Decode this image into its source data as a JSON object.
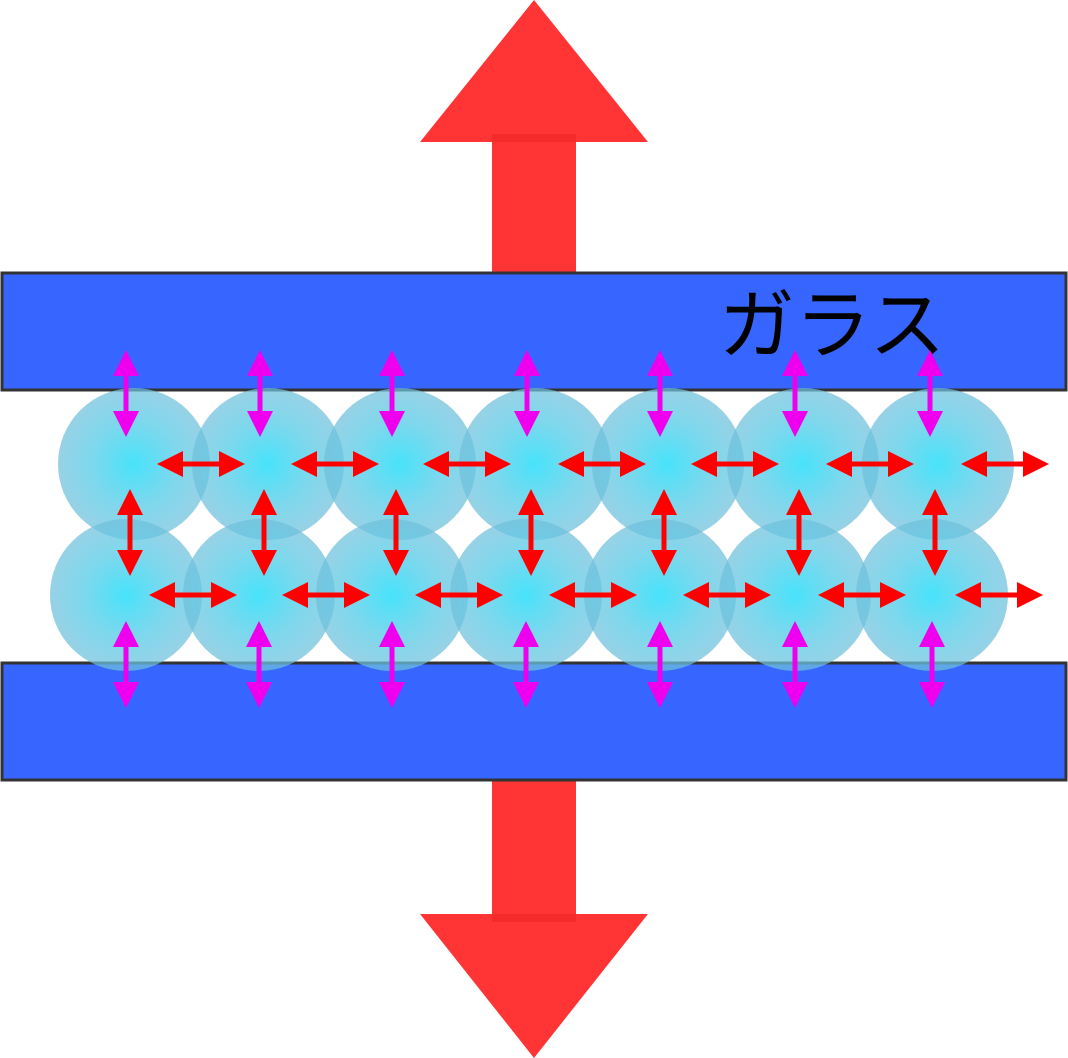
{
  "diagram": {
    "label_text": "ガラス",
    "colors": {
      "background": "#ffffff",
      "glass_fill": "#3666ff",
      "glass_stroke": "#333333",
      "big_arrow": "#ff3535",
      "big_arrow_overlap": "#f52a2a",
      "particle_core": "#3de2fb",
      "particle_edge": "#6fc0dc",
      "particle_overlap": "#4fb0d2",
      "attraction_arrow": "#ff0000",
      "adhesion_arrow": "#ee00ee",
      "label": "#000000"
    },
    "particle_rows": 2,
    "particles_per_row": 7
  }
}
